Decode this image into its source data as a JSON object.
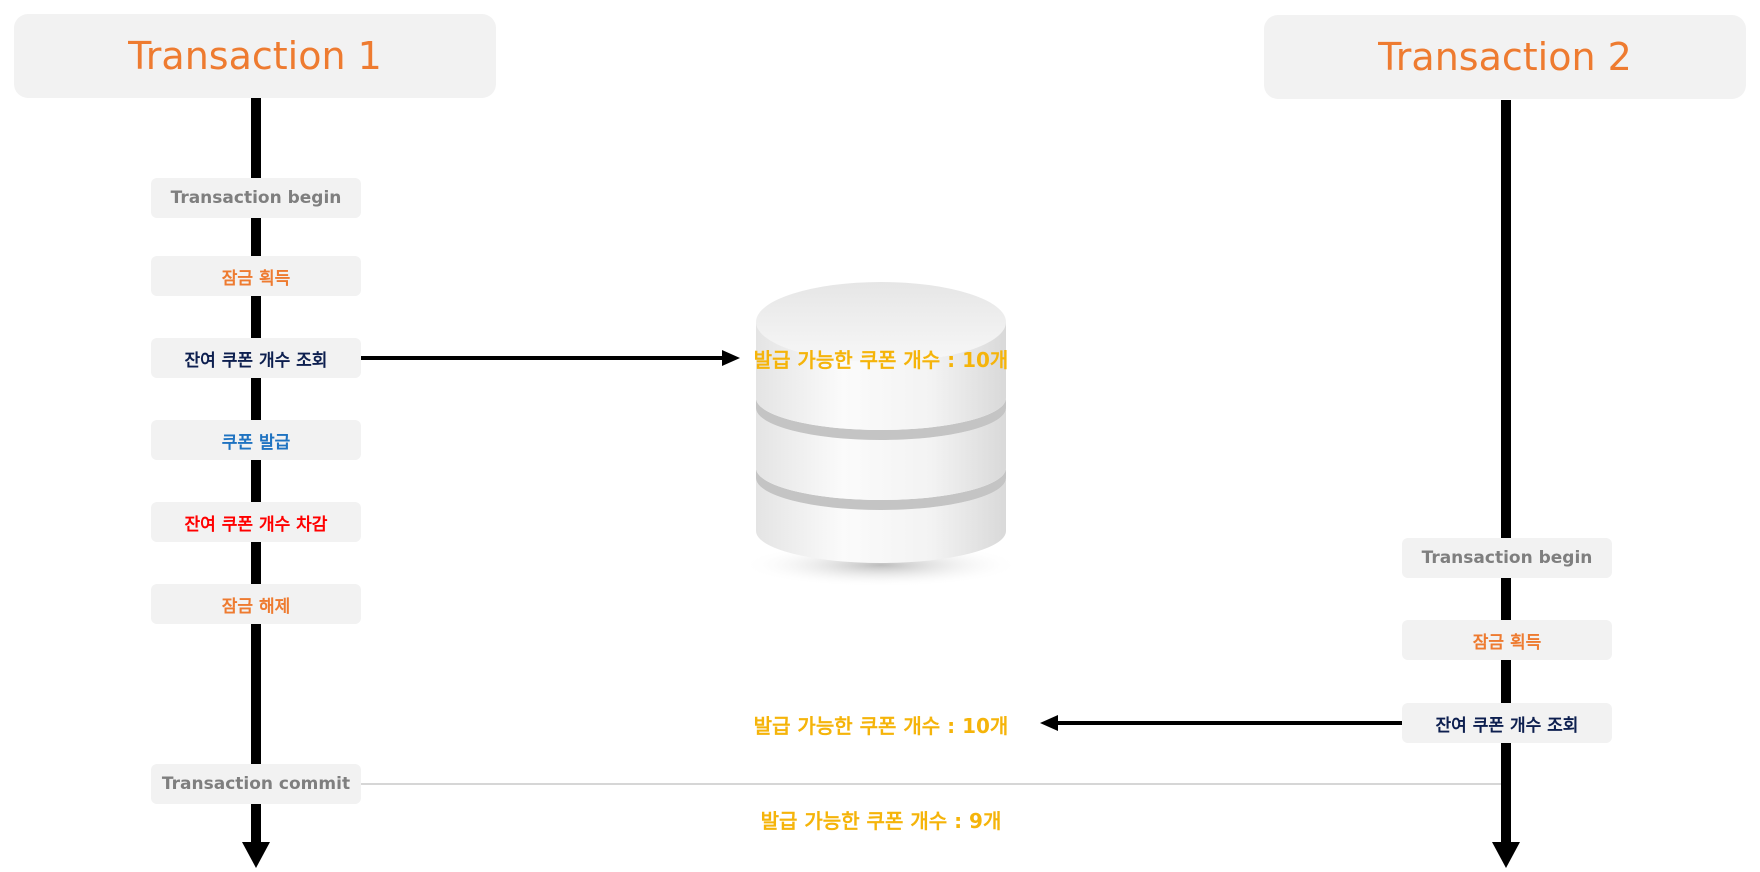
{
  "transaction1": {
    "title": "Transaction 1",
    "steps": {
      "begin": "Transaction begin",
      "lock_acquire": "잠금 획득",
      "query_count": "잔여 쿠폰 개수 조회",
      "issue_coupon": "쿠폰 발급",
      "decrement_count": "잔여 쿠폰 개수 차감",
      "lock_release": "잠금 해제",
      "commit": "Transaction commit"
    }
  },
  "transaction2": {
    "title": "Transaction 2",
    "steps": {
      "begin": "Transaction begin",
      "lock_acquire": "잠금 획득",
      "query_count": "잔여 쿠폰 개수 조회"
    }
  },
  "database": {
    "label_initial": "발급 가능한 쿠폰 개수 : 10개",
    "label_read_by_t2": "발급 가능한 쿠폰 개수 : 10개",
    "label_after_commit": "발급 가능한 쿠폰 개수 : 9개"
  },
  "colors": {
    "header_text": "#ee7b30",
    "step_background": "#f2f2f2",
    "neutral_text": "#7f7f7f",
    "lock_text": "#ee7b30",
    "query_text": "#0d1f4f",
    "issue_text": "#1f73c1",
    "decrement_text": "#ff0000",
    "db_label_text": "#f5b40a"
  },
  "icons": [
    "database-icon",
    "arrow-right-icon",
    "arrow-left-icon",
    "arrow-down-icon"
  ]
}
